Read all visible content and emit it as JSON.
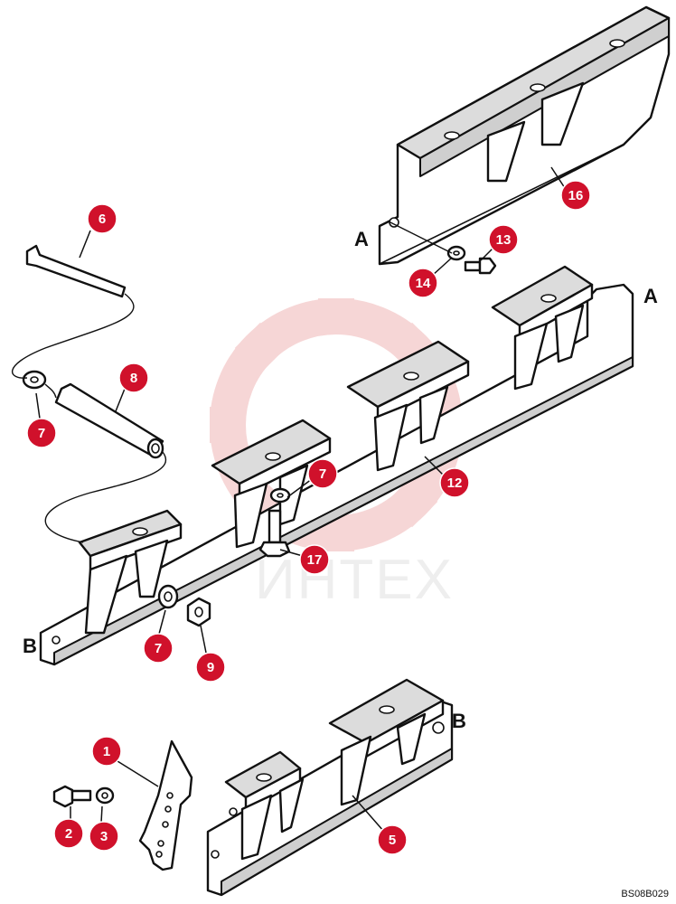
{
  "reference_letters": {
    "a_top": "A",
    "a_right": "A",
    "b_left": "B",
    "b_right": "B"
  },
  "drawing_code": "BS08B029",
  "watermark": {
    "text": "ИНТЕХ",
    "color": "#f4c9c9"
  },
  "callout_color": "#d0112b",
  "callouts": [
    {
      "id": "c16",
      "label": "16"
    },
    {
      "id": "c13",
      "label": "13"
    },
    {
      "id": "c14",
      "label": "14"
    },
    {
      "id": "c6",
      "label": "6"
    },
    {
      "id": "c8",
      "label": "8"
    },
    {
      "id": "c7a",
      "label": "7"
    },
    {
      "id": "c7b",
      "label": "7"
    },
    {
      "id": "c12",
      "label": "12"
    },
    {
      "id": "c17",
      "label": "17"
    },
    {
      "id": "c7c",
      "label": "7"
    },
    {
      "id": "c9",
      "label": "9"
    },
    {
      "id": "c1",
      "label": "1"
    },
    {
      "id": "c2",
      "label": "2"
    },
    {
      "id": "c3",
      "label": "3"
    },
    {
      "id": "c5",
      "label": "5"
    }
  ]
}
